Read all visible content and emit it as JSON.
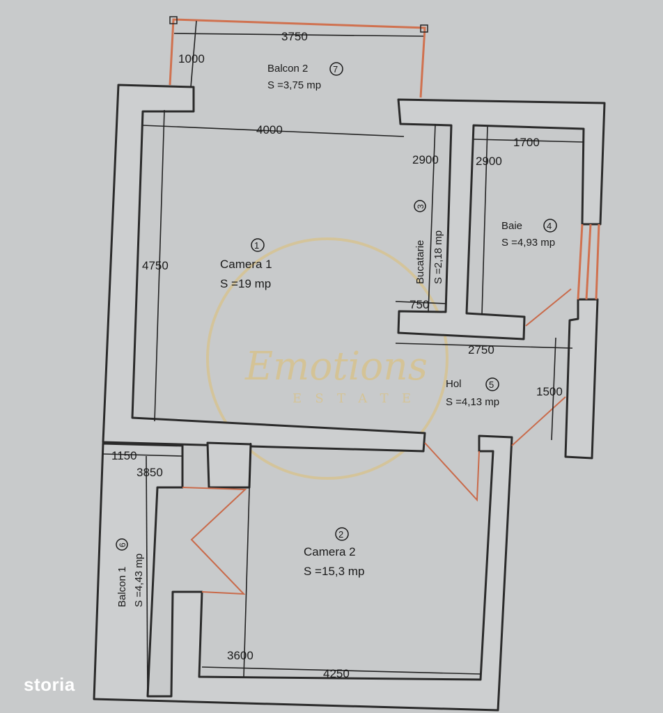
{
  "rooms": [
    {
      "num": "1",
      "name": "Camera 1",
      "area": "S =19 mp"
    },
    {
      "num": "2",
      "name": "Camera 2",
      "area": "S =15,3 mp"
    },
    {
      "num": "3",
      "name": "Bucatarie",
      "area": "S =2,18 mp"
    },
    {
      "num": "4",
      "name": "Baie",
      "area": "S =4,93 mp"
    },
    {
      "num": "5",
      "name": "Hol",
      "area": "S =4,13 mp"
    },
    {
      "num": "6",
      "name": "Balcon 1",
      "area": "S =4,43 mp"
    },
    {
      "num": "7",
      "name": "Balcon 2",
      "area": "S =3,75 mp"
    }
  ],
  "dimensions": {
    "balcon2_width": "3750",
    "balcon2_depth": "1000",
    "camera1_width": "4000",
    "camera1_depth": "4750",
    "bucatarie_depth": "2900",
    "bucatarie_width": "750",
    "baie_depth": "2900",
    "baie_width": "1700",
    "hol_width": "2750",
    "hol_depth": "1500",
    "balcon1_width": "1150",
    "balcon1_depth": "3850",
    "camera2_depth": "3600",
    "camera2_width": "4250"
  },
  "watermark": {
    "script": "Emotions",
    "sub": "ESTATE"
  },
  "logo": "storia"
}
